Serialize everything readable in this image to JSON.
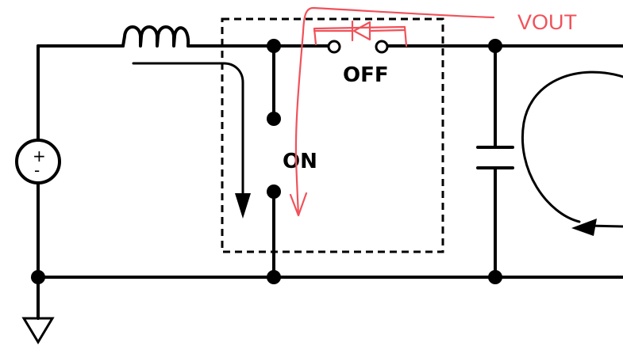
{
  "labels": {
    "switch_off": "OFF",
    "switch_on": "ON",
    "output": "VOUT"
  },
  "source": {
    "plus": "+",
    "minus": "-"
  },
  "colors": {
    "wire": "#000000",
    "annotation": "#f0525a",
    "background": "#ffffff"
  }
}
